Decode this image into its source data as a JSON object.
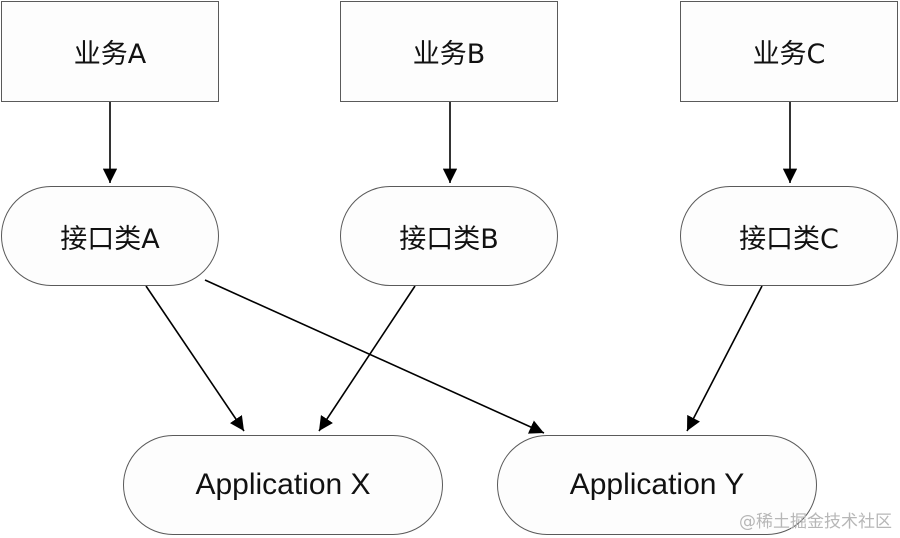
{
  "business_boxes": [
    {
      "label": "业务A"
    },
    {
      "label": "业务B"
    },
    {
      "label": "业务C"
    }
  ],
  "interface_nodes": [
    {
      "label": "接口类A"
    },
    {
      "label": "接口类B"
    },
    {
      "label": "接口类C"
    }
  ],
  "applications": [
    {
      "label": "Application X"
    },
    {
      "label": "Application Y"
    }
  ],
  "edges": [
    {
      "from": "业务A",
      "to": "接口类A"
    },
    {
      "from": "业务B",
      "to": "接口类B"
    },
    {
      "from": "业务C",
      "to": "接口类C"
    },
    {
      "from": "接口类A",
      "to": "Application X"
    },
    {
      "from": "接口类A",
      "to": "Application Y"
    },
    {
      "from": "接口类B",
      "to": "Application X"
    },
    {
      "from": "接口类C",
      "to": "Application Y"
    }
  ],
  "watermark": "@稀土掘金技术社区",
  "colors": {
    "stroke": "#000000",
    "border": "#5a5a5a",
    "background": "#ffffff"
  }
}
